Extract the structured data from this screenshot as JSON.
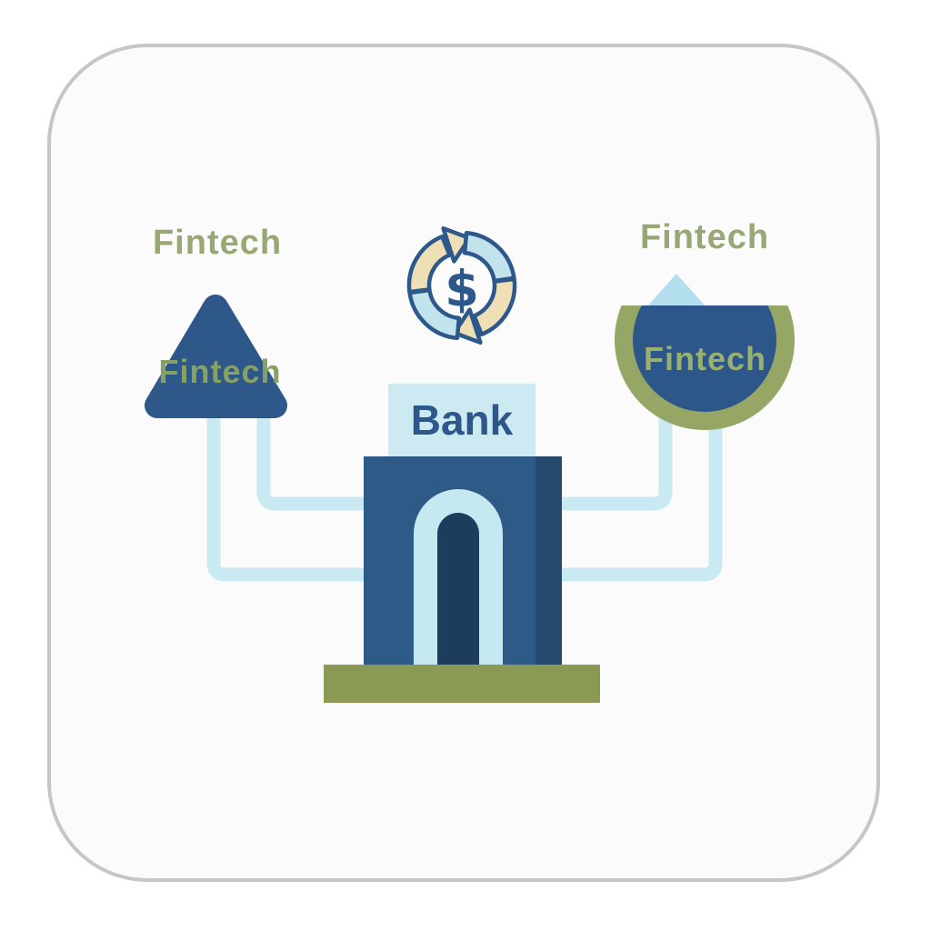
{
  "illustration": {
    "title_context": "Fintech and Bank partnership diagram",
    "left_entity": {
      "heading": "Fintech",
      "shape_label": "Fintech",
      "shape": "triangle"
    },
    "right_entity": {
      "heading": "Fintech",
      "shape_label": "Fintech",
      "shape": "shield-circle"
    },
    "bank": {
      "label": "Bank"
    },
    "exchange": {
      "currency_symbol": "$"
    }
  },
  "icons": {
    "exchange": "currency-exchange-cycle-icon",
    "left_shape": "triangle-shape-icon",
    "right_shape": "shield-circle-icon",
    "right_arrow": "up-arrowhead-icon",
    "bank": "bank-building-icon"
  },
  "colors": {
    "dark_blue": "#2e5a88",
    "triangle_blue": "#2e578a",
    "navy_shadow": "#26496e",
    "arch_navy": "#1e3c5e",
    "pipe_light_blue": "#c9e9f3",
    "banner_light_blue": "#cdeaf3",
    "arrow_light_blue": "#b4dfef",
    "icon_cream": "#eedfb4",
    "icon_light_blue": "#c2e3ec",
    "olive_base": "#8a9a55",
    "olive_ring": "#96a765",
    "olive_text": "#97a874",
    "card_border_gray": "#c6c6c6"
  }
}
